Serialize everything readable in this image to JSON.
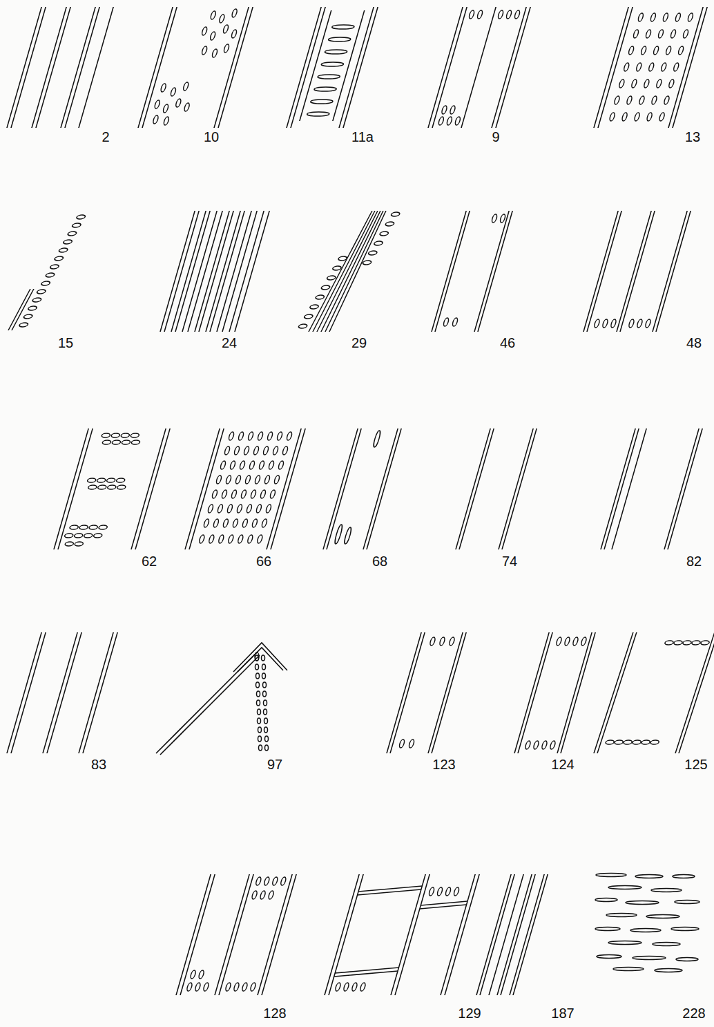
{
  "diagram": {
    "labels": [
      "2",
      "10",
      "11a",
      "9",
      "13",
      "15",
      "24",
      "29",
      "46",
      "48",
      "62",
      "66",
      "68",
      "74",
      "82",
      "83",
      "97",
      "123",
      "124",
      "125",
      "128",
      "129",
      "187",
      "228"
    ]
  }
}
